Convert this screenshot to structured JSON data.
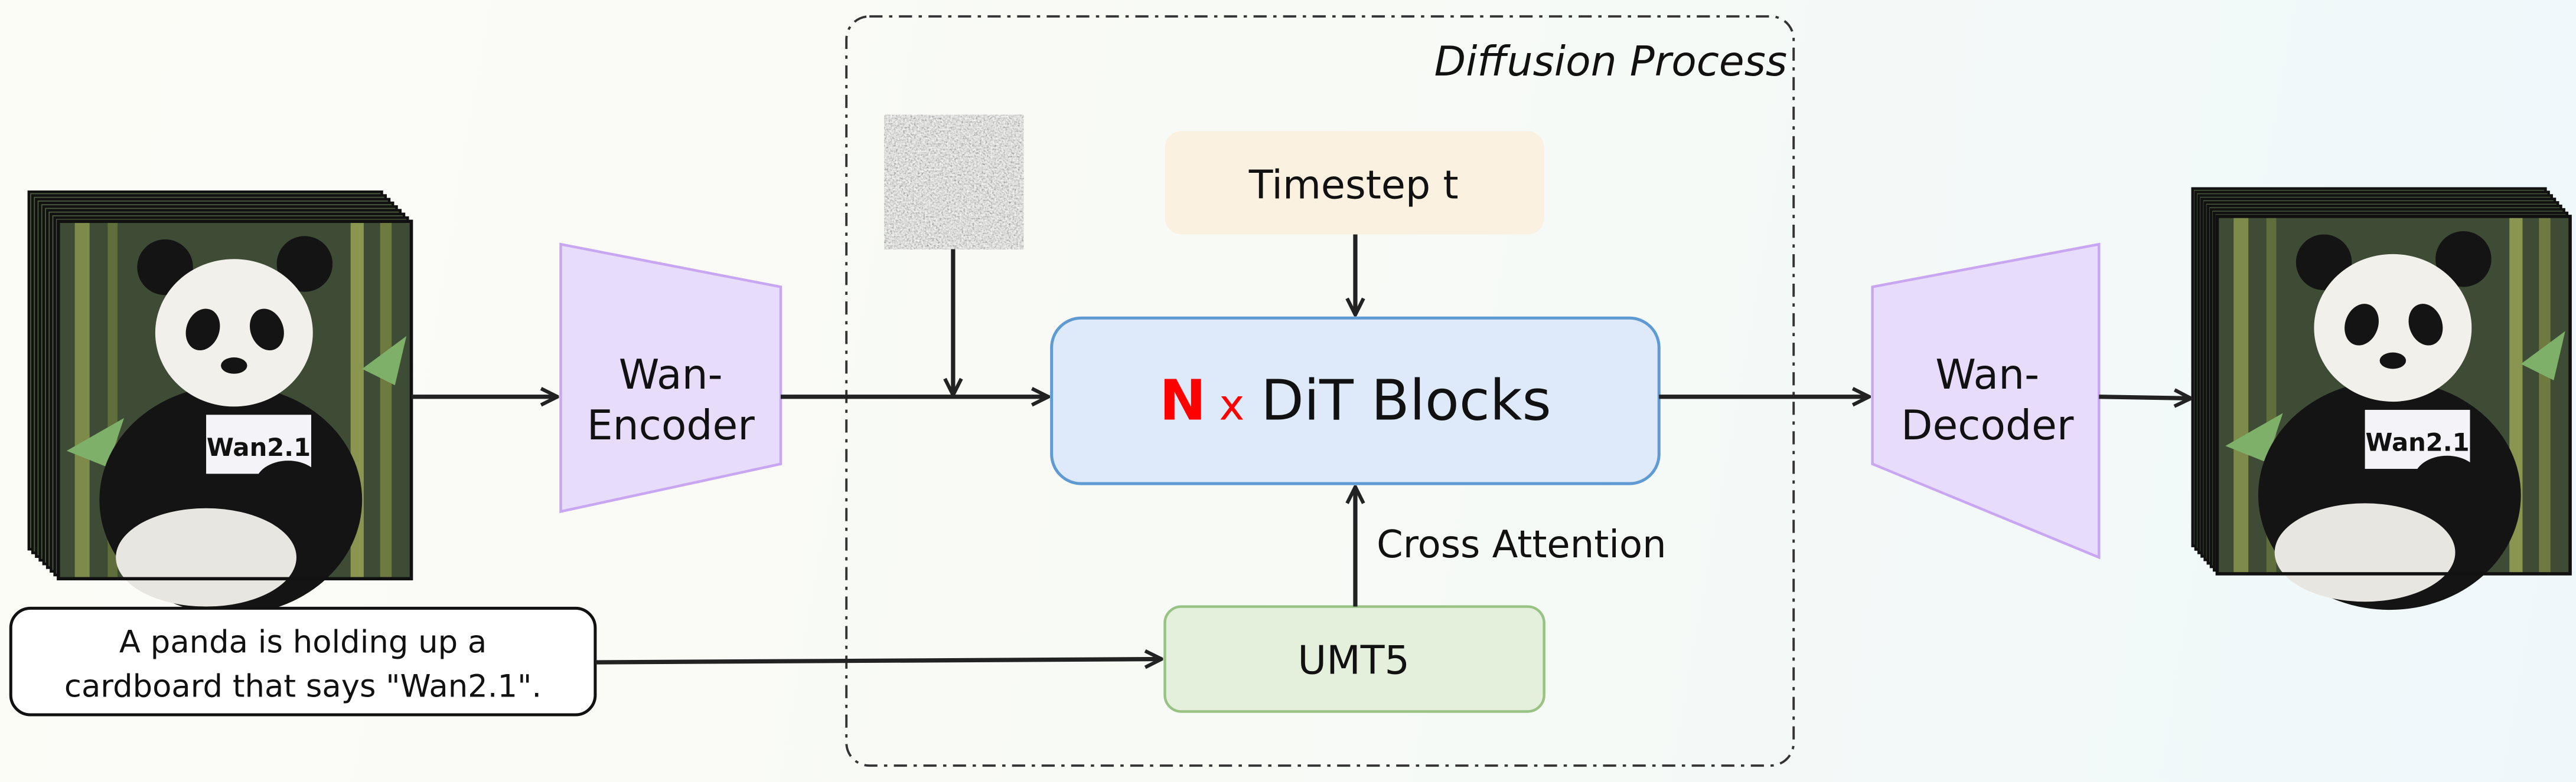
{
  "diagram": {
    "group_title": "Diffusion Process",
    "encoder": {
      "line1": "Wan-",
      "line2": "Encoder"
    },
    "decoder": {
      "line1": "Wan-",
      "line2": "Decoder"
    },
    "timestep": "Timestep t",
    "dit": {
      "n": "N",
      "x": "x",
      "label": "DiT Blocks"
    },
    "cross_attention": "Cross Attention",
    "text_encoder": "UMT5",
    "prompt": {
      "line1": "A panda is holding up a",
      "line2": "cardboard that says \"Wan2.1\"."
    },
    "input_video_sign": "Wan2.1",
    "output_video_sign": "Wan2.1"
  },
  "colors": {
    "encoder_fill": "#e8dcfb",
    "encoder_stroke": "#c9a6f2",
    "timestep_fill": "#faf1e1",
    "dit_fill": "#deeaf9",
    "dit_stroke": "#5f9ad3",
    "umt5_fill": "#e4efdc",
    "umt5_stroke": "#98c384",
    "n_color": "#ff0000"
  }
}
